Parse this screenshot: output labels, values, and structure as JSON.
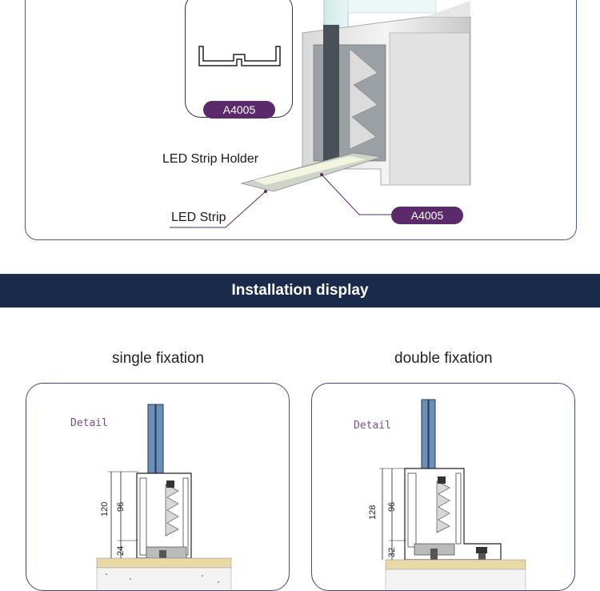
{
  "product": {
    "code_badge": "A4005",
    "holder_label": "LED Strip Holder",
    "strip_label": "LED Strip",
    "callout_badge": "A4005"
  },
  "section": {
    "title": "Installation display"
  },
  "diagrams": [
    {
      "title": "single fixation",
      "detail_label": "Detail",
      "dim_total": "120",
      "dim_upper": "96",
      "dim_lower": "24"
    },
    {
      "title": "double fixation",
      "detail_label": "Detail",
      "dim_total": "128",
      "dim_upper": "96",
      "dim_lower": "32"
    }
  ],
  "colors": {
    "badge": "#5b2a6b",
    "banner": "#1a2a4a",
    "glass": "#6a8fb8",
    "base": "#e9d9a6",
    "detail_text": "#7a4a9a"
  }
}
